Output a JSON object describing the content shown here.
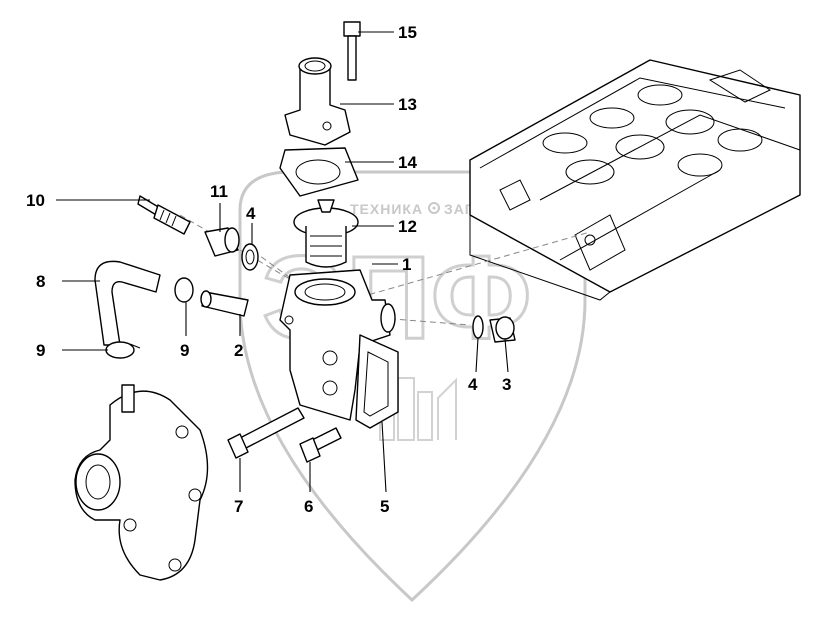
{
  "watermark": {
    "line1": "ТЕХНИКА",
    "line2": "ЗАПЧАСТИ",
    "logo_letters": "ЭПФ"
  },
  "callouts": [
    {
      "id": "15",
      "label": "15"
    },
    {
      "id": "13",
      "label": "13"
    },
    {
      "id": "14",
      "label": "14"
    },
    {
      "id": "12",
      "label": "12"
    },
    {
      "id": "10",
      "label": "10"
    },
    {
      "id": "11",
      "label": "11"
    },
    {
      "id": "4a",
      "label": "4"
    },
    {
      "id": "1",
      "label": "1"
    },
    {
      "id": "8",
      "label": "8"
    },
    {
      "id": "9a",
      "label": "9"
    },
    {
      "id": "2",
      "label": "2"
    },
    {
      "id": "9b",
      "label": "9"
    },
    {
      "id": "4b",
      "label": "4"
    },
    {
      "id": "3",
      "label": "3"
    },
    {
      "id": "7",
      "label": "7"
    },
    {
      "id": "6",
      "label": "6"
    },
    {
      "id": "5",
      "label": "5"
    }
  ]
}
